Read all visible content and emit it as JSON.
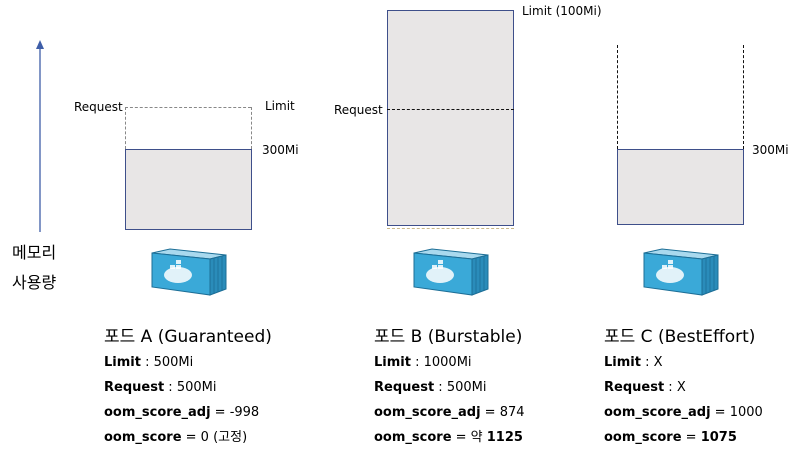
{
  "axis": {
    "label_line1": "메모리",
    "label_line2": "사용량"
  },
  "pods": [
    {
      "title": "포드 A (Guaranteed)",
      "request_label": "Request",
      "limit_label": "Limit",
      "usage_label": "300Mi",
      "info": {
        "limit_key": "Limit",
        "limit_val": " : 500Mi",
        "request_key": "Request",
        "request_val": " : 500Mi",
        "adj_key": "oom_score_adj",
        "adj_val": " = -998",
        "score_key": "oom_score",
        "score_val": " = 0 (고정)",
        "score_bold": ""
      }
    },
    {
      "title": "포드 B (Burstable)",
      "request_label": "Request",
      "limit_label": "Limit (100Mi)",
      "usage_label": "",
      "info": {
        "limit_key": "Limit",
        "limit_val": " : 1000Mi",
        "request_key": "Request",
        "request_val": " : 500Mi",
        "adj_key": "oom_score_adj",
        "adj_val": " = 874",
        "score_key": "oom_score",
        "score_val": " = 약 ",
        "score_bold": "1125"
      }
    },
    {
      "title": "포드 C (BestEffort)",
      "request_label": "",
      "limit_label": "",
      "usage_label": "300Mi",
      "info": {
        "limit_key": "Limit",
        "limit_val": " : X",
        "request_key": "Request",
        "request_val": " : X",
        "adj_key": "oom_score_adj",
        "adj_val": " = 1000",
        "score_key": "oom_score",
        "score_val": " = ",
        "score_bold": "1075"
      }
    }
  ],
  "colors": {
    "box_fill": "#e8e6e6",
    "box_border": "#3e4f8a",
    "axis": "#3e5ea8",
    "container": "#3aa9d8"
  },
  "icons": {
    "container": "docker-container-icon"
  }
}
